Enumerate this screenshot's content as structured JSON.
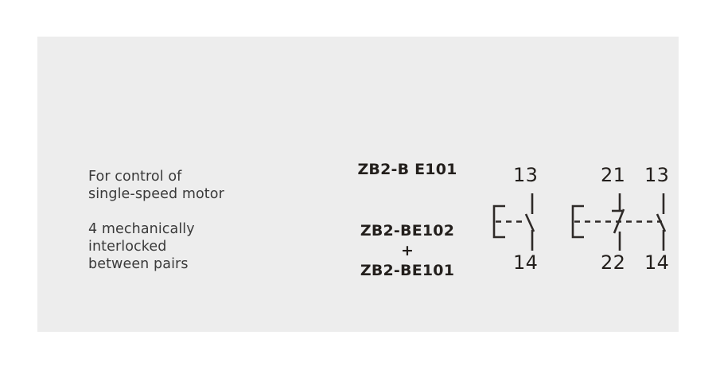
{
  "panel": {
    "background_color": "#ededed",
    "page_background_color": "#ffffff"
  },
  "description": {
    "blocks": [
      {
        "lines": [
          "For control of",
          "single-speed motor"
        ]
      },
      {
        "lines": [
          "4 mechanically",
          "interlocked",
          "between pairs"
        ]
      }
    ],
    "text_color": "#3a3a3a"
  },
  "part_numbers": {
    "text_color": "#231f1c",
    "groups": [
      {
        "lines": [
          "ZB2-B E101"
        ]
      },
      {
        "lines": [
          "ZB2-BE102",
          "+",
          "ZB2-BE101"
        ]
      }
    ]
  },
  "symbols": {
    "line_color": "#2e2a28",
    "label_color": "#231f1c",
    "groups": [
      {
        "name": "single-contact-block",
        "actuator": "push-button-bracket",
        "contacts": [
          {
            "type": "normally-open",
            "top_terminal": "13",
            "bottom_terminal": "14"
          }
        ]
      },
      {
        "name": "paired-contact-block",
        "actuator": "push-button-bracket",
        "contacts": [
          {
            "type": "normally-closed",
            "top_terminal": "21",
            "bottom_terminal": "22"
          },
          {
            "type": "normally-open",
            "top_terminal": "13",
            "bottom_terminal": "14"
          }
        ]
      }
    ]
  }
}
